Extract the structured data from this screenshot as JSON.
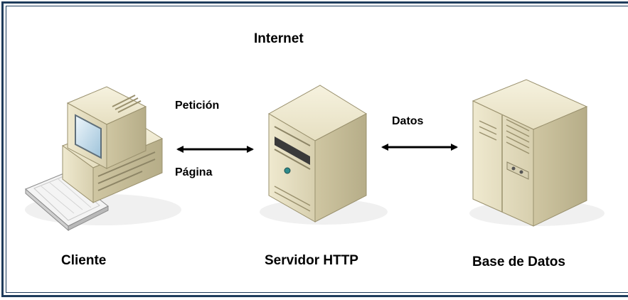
{
  "diagram": {
    "title": "Internet",
    "nodes": {
      "client": "Cliente",
      "server": "Servidor HTTP",
      "database": "Base de Datos"
    },
    "edges": {
      "client_server_top": "Petición",
      "client_server_bottom": "Página",
      "server_database": "Datos"
    }
  }
}
